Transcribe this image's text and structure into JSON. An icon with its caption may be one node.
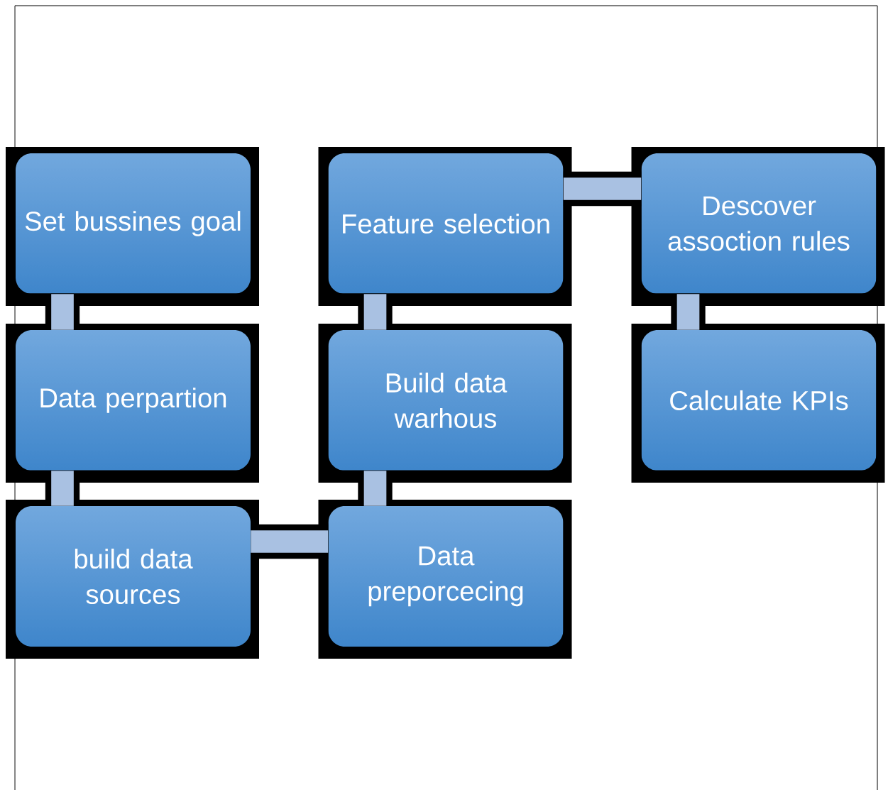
{
  "diagram": {
    "nodes": [
      {
        "text": [
          "Set bussines goal"
        ]
      },
      {
        "text": [
          "Feature selection"
        ]
      },
      {
        "text": [
          "Descover assoction rules"
        ]
      },
      {
        "text": [
          "Data perpartion"
        ]
      },
      {
        "text": [
          "Build data warhous"
        ]
      },
      {
        "text": [
          "Calculate KPIs"
        ]
      },
      {
        "text": [
          "build data sources"
        ]
      },
      {
        "text": [
          "Data preporcecing"
        ]
      }
    ],
    "edges": [
      {
        "from": 0,
        "to": 3,
        "arrow": "none"
      },
      {
        "from": 3,
        "to": 6,
        "arrow": "none"
      },
      {
        "from": 6,
        "to": 7,
        "arrow": "none"
      },
      {
        "from": 7,
        "to": 4,
        "arrow": "none"
      },
      {
        "from": 4,
        "to": 1,
        "arrow": "none"
      },
      {
        "from": 1,
        "to": 2,
        "arrow": "none"
      },
      {
        "from": 2,
        "to": 5,
        "arrow": "none"
      }
    ]
  }
}
